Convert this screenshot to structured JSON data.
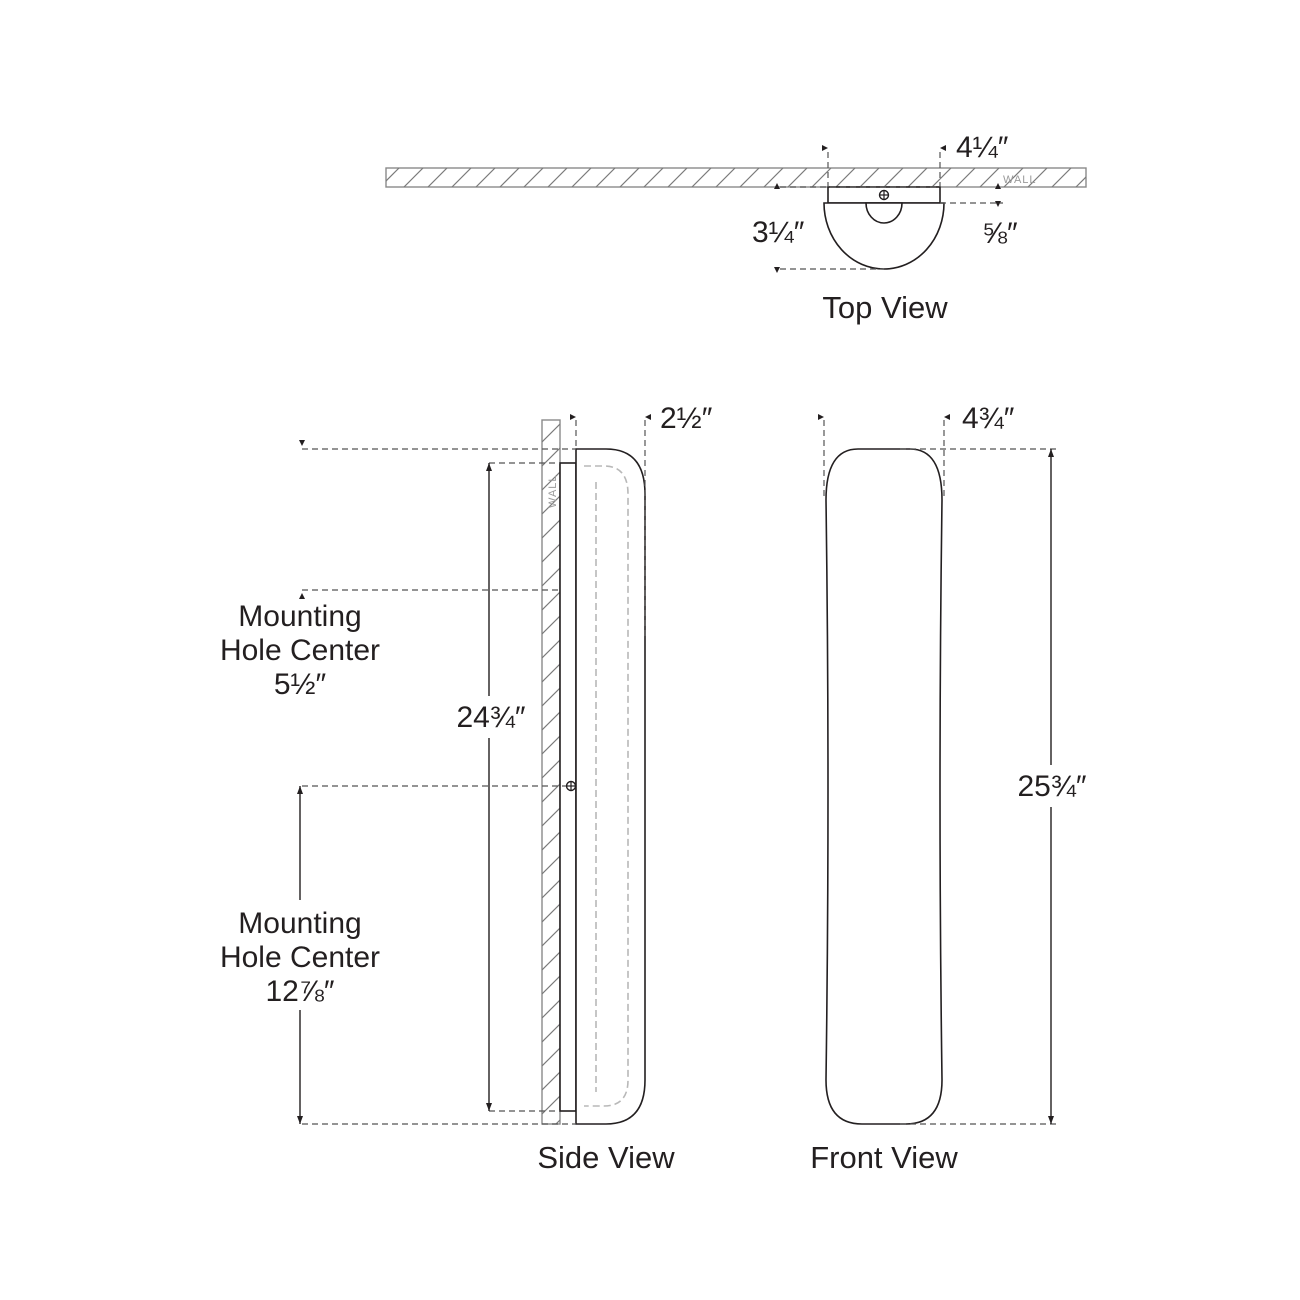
{
  "views": {
    "top": {
      "label": "Top View",
      "wall": "WALL"
    },
    "side": {
      "label": "Side View",
      "wall": "WALL"
    },
    "front": {
      "label": "Front View"
    }
  },
  "dimensions": {
    "top_width": "4¼″",
    "top_depth": "3¼″",
    "top_backplate": "⅝″",
    "side_depth": "2½″",
    "side_backplate_height": "24¾″",
    "mount_upper_title_1": "Mounting",
    "mount_upper_title_2": "Hole Center",
    "mount_upper_value": "5½″",
    "mount_lower_title_1": "Mounting",
    "mount_lower_title_2": "Hole Center",
    "mount_lower_value": "12⅞″",
    "front_width": "4¾″",
    "front_height": "25¾″"
  }
}
